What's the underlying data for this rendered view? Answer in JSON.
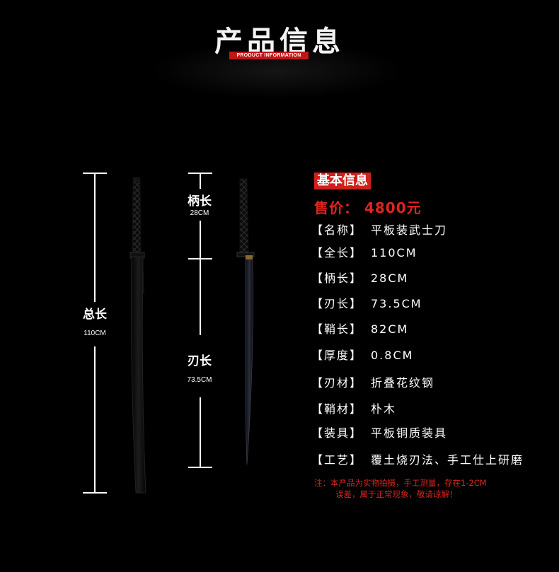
{
  "header": {
    "title": "产品信息",
    "subtitle": "PRODUCT INFORMATION"
  },
  "dimensions": {
    "total": {
      "label": "总长",
      "value": "110CM"
    },
    "handle": {
      "label": "柄长",
      "value": "28CM"
    },
    "blade": {
      "label": "刃长",
      "value": "73.5CM"
    }
  },
  "info": {
    "header": "基本信息",
    "price": "售价：  4800元",
    "rows": [
      {
        "key": "【名称】",
        "value": "平板装武士刀"
      },
      {
        "key": "【全长】",
        "value": "110CM"
      },
      {
        "key": "【柄长】",
        "value": "28CM"
      },
      {
        "key": "【刃长】",
        "value": "73.5CM"
      },
      {
        "key": "【鞘长】",
        "value": "82CM"
      },
      {
        "key": "【厚度】",
        "value": "0.8CM"
      },
      {
        "key": "【刃材】",
        "value": "折叠花纹钢"
      },
      {
        "key": "【鞘材】",
        "value": "朴木"
      },
      {
        "key": "【装具】",
        "value": "平板铜质装具"
      },
      {
        "key": "【工艺】",
        "value": "覆土烧刃法、手工仕上研磨"
      }
    ],
    "note_line1": "注：本产品为实物拍摄，手工测量，存在1-2CM",
    "note_line2": "误差，属于正常现象，敬请谅解！"
  }
}
